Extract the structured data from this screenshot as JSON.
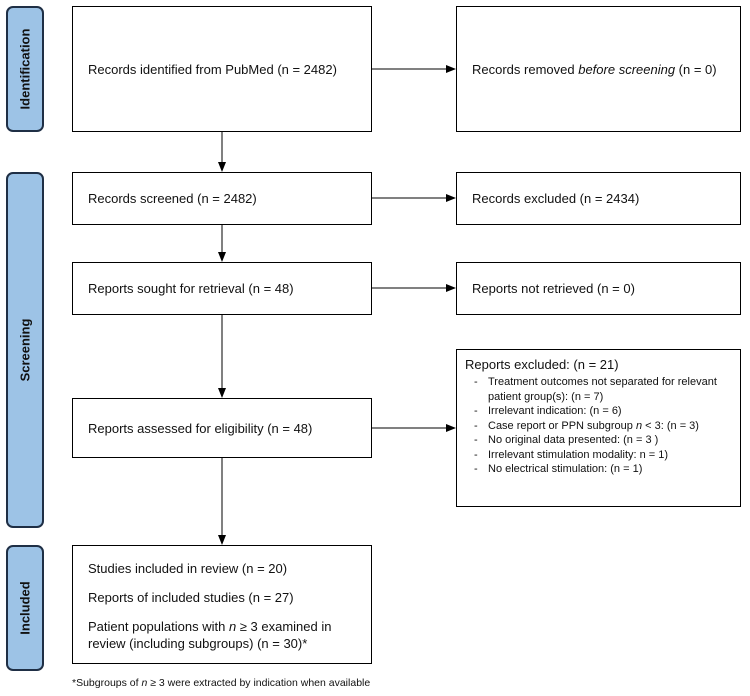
{
  "phases": {
    "identification": "Identification",
    "screening": "Screening",
    "included": "Included"
  },
  "identified": {
    "records_pubmed": "Records identified from PubMed (n = 2482)",
    "removed_prefix": "Records removed ",
    "removed_italic": "before screening",
    "removed_suffix": " (n = 0)"
  },
  "screening": {
    "screened": "Records screened (n = 2482)",
    "excluded": "Records excluded (n = 2434)",
    "sought": "Reports sought for retrieval (n = 48)",
    "not_retrieved": "Reports not retrieved (n = 0)",
    "assessed": "Reports assessed for eligibility (n = 48)",
    "reports_excluded": {
      "title": "Reports excluded: (n = 21)",
      "reasons": [
        {
          "text": "Treatment outcomes not separated for relevant patient group(s): (n = 7)"
        },
        {
          "text": "Irrelevant indication: (n = 6)"
        },
        {
          "pre": "Case report or PPN subgroup ",
          "italic": "n",
          "post": " < 3: (n = 3)"
        },
        {
          "text": "No original data presented: (n = 3 )"
        },
        {
          "text": "Irrelevant stimulation modality: n = 1)"
        },
        {
          "text": "No electrical stimulation: (n = 1)"
        }
      ]
    }
  },
  "included": {
    "studies": "Studies included in review (n = 20)",
    "reports": "Reports of included studies (n = 27)",
    "populations_pre": "Patient populations with ",
    "populations_italic": "n",
    "populations_post": " ≥ 3 examined in review (including subgroups) (n = 30)*"
  },
  "footnote": {
    "pre": "*Subgroups of ",
    "italic": "n",
    "post": " ≥ 3 were extracted by indication when available"
  }
}
